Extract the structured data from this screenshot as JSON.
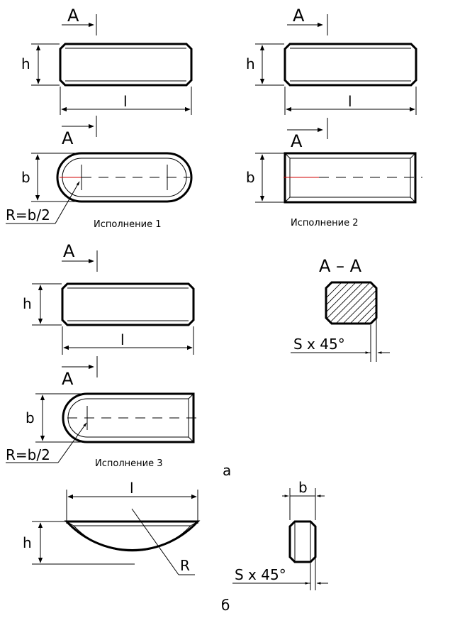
{
  "labels": {
    "section_a": "A",
    "section_view": "A – A",
    "height": "h",
    "length": "l",
    "width": "b",
    "radius": "R=b/2",
    "radius_short": "R",
    "chamfer": "S x 45°",
    "variant1": "Исполнение 1",
    "variant2": "Исполнение 2",
    "variant3": "Исполнение 3",
    "sub_a": "а",
    "sub_b": "б"
  }
}
